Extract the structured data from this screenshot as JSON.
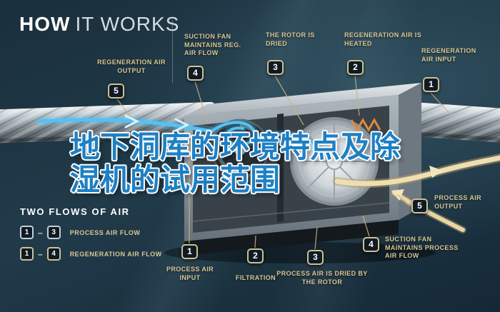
{
  "title": {
    "strong": "HOW",
    "light": "IT WORKS"
  },
  "overlay_text": {
    "line1": "地下洞库的环境特点及除",
    "line2": "湿机的试用范围"
  },
  "legend": {
    "heading": "TWO FLOWS OF AIR",
    "rows": [
      {
        "start": "1",
        "end": "3",
        "label": "PROCESS AIR FLOW"
      },
      {
        "start": "1",
        "end": "4",
        "label": "REGENERATION AIR FLOW"
      }
    ]
  },
  "callouts": [
    {
      "num": "5",
      "label": "REGENERATION AIR OUTPUT"
    },
    {
      "num": "4",
      "label": "SUCTION FAN MAINTAINS REG. AIR FLOW"
    },
    {
      "num": "3",
      "label": "THE ROTOR IS DRIED"
    },
    {
      "num": "2",
      "label": "REGENERATION AIR IS HEATED"
    },
    {
      "num": "1",
      "label": "REGENERATION AIR INPUT"
    },
    {
      "num": "5",
      "label": "PROCESS AIR OUTPUT"
    },
    {
      "num": "4",
      "label": "SUCTION FAN MAINTAINS PROCESS AIR FLOW"
    },
    {
      "num": "3",
      "label": "PROCESS AIR IS DRIED BY THE ROTOR"
    },
    {
      "num": "2",
      "label": "FILTRATION"
    },
    {
      "num": "1",
      "label": "PROCESS AIR INPUT"
    }
  ],
  "colors": {
    "background": "#1c3341",
    "label_gold": "#d9c794",
    "badge_border": "#cfc096",
    "process_flow_blue": "#54c2f2",
    "regen_flow_cream": "#eedfb2",
    "overlay_blue": "#1d80c4"
  }
}
